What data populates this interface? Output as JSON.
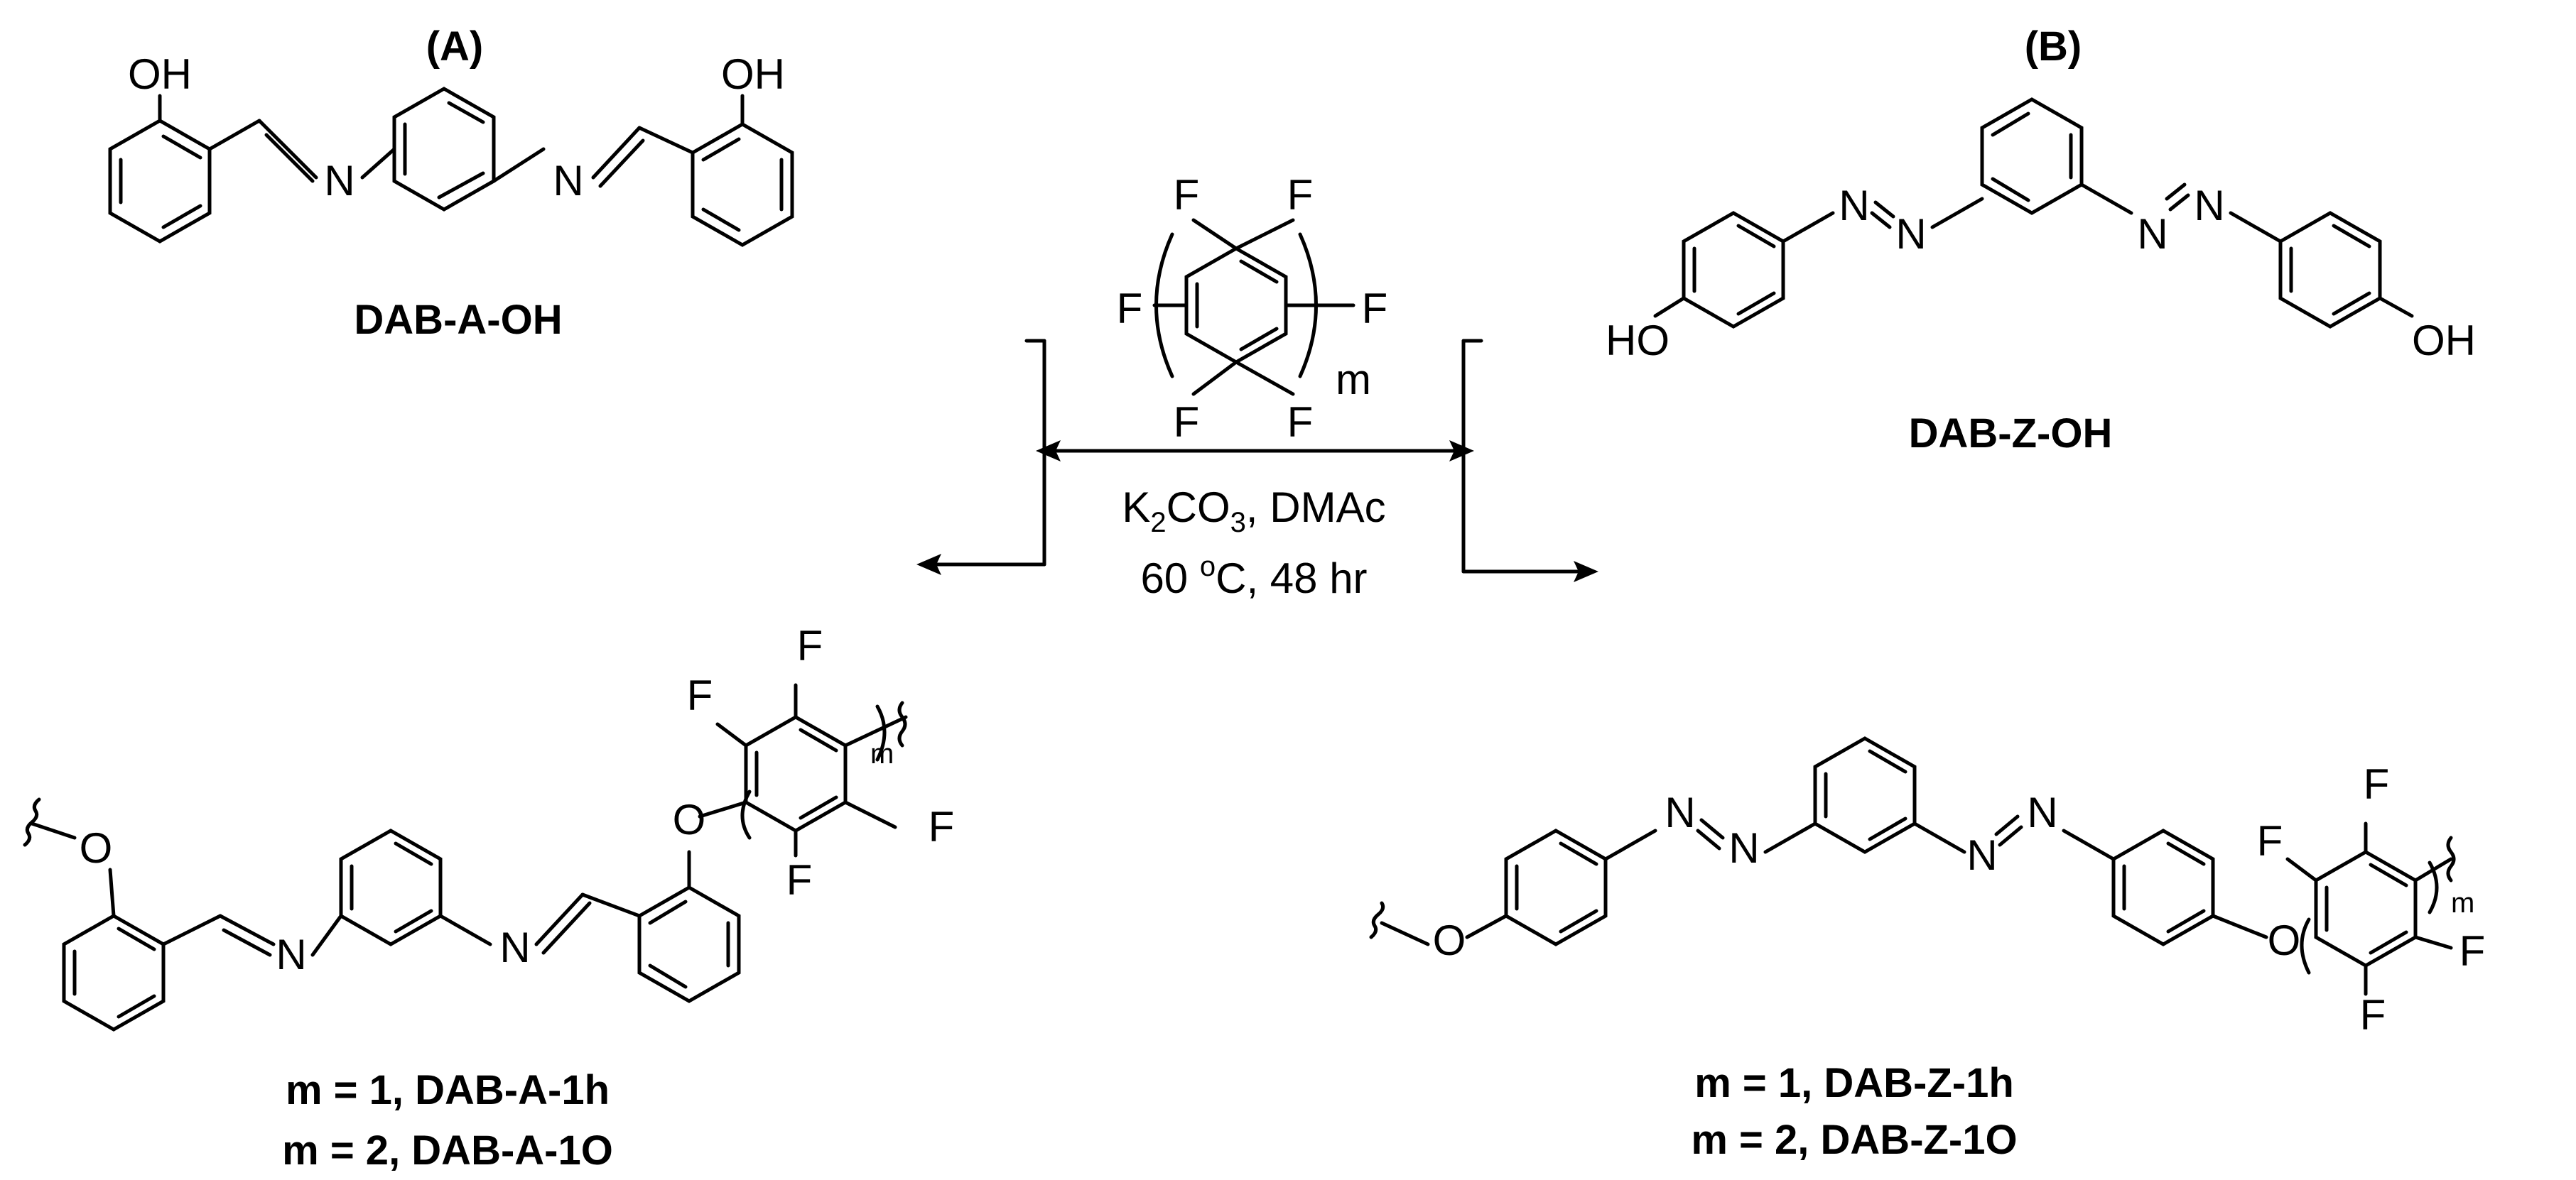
{
  "panels": {
    "a": "(A)",
    "b": "(B)"
  },
  "compounds": {
    "dab_a_oh": "DAB-A-OH",
    "dab_z_oh": "DAB-Z-OH",
    "product_a_line1": "m = 1, DAB-A-1h",
    "product_a_line2": "m = 2, DAB-A-1O",
    "product_z_line1": "m = 1, DAB-Z-1h",
    "product_z_line2": "m = 2, DAB-Z-1O"
  },
  "reagent": {
    "repeat": "m"
  },
  "conditions": {
    "k": "K",
    "k_sub": "2",
    "co": "CO",
    "co_sub": "3",
    "solvent": ", DMAc",
    "temp_value": "60 ",
    "temp_deg": "o",
    "temp_rest": "C, 48 hr"
  },
  "atoms": {
    "o": "O",
    "oh": "OH",
    "ho": "HO",
    "n": "N",
    "f": "F",
    "m": "m"
  }
}
